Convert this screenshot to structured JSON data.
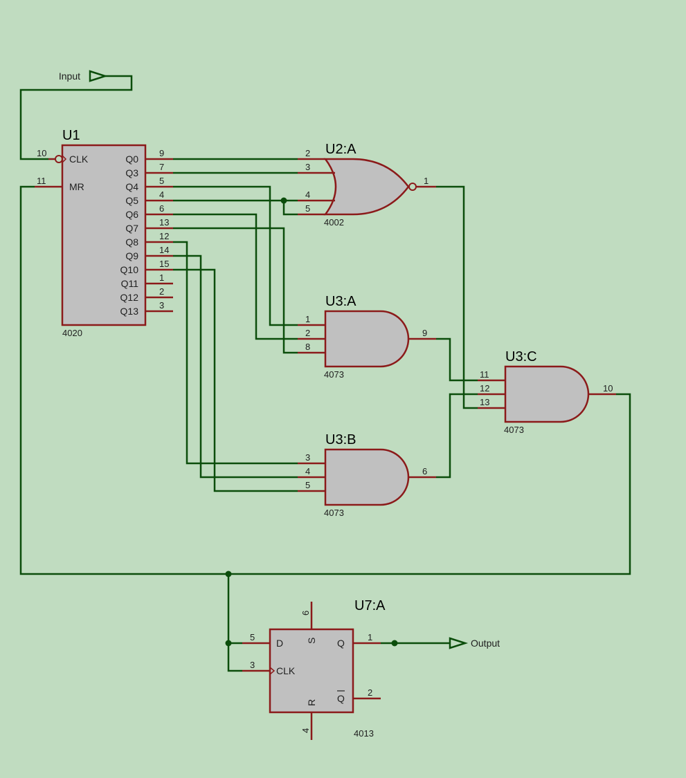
{
  "terminals": {
    "input": "Input",
    "output": "Output"
  },
  "u1": {
    "ref": "U1",
    "part": "4020",
    "left_pins": [
      {
        "num": "10",
        "name": "CLK"
      },
      {
        "num": "11",
        "name": "MR"
      }
    ],
    "right_pins": [
      {
        "name": "Q0",
        "num": "9"
      },
      {
        "name": "Q3",
        "num": "7"
      },
      {
        "name": "Q4",
        "num": "5"
      },
      {
        "name": "Q5",
        "num": "4"
      },
      {
        "name": "Q6",
        "num": "6"
      },
      {
        "name": "Q7",
        "num": "13"
      },
      {
        "name": "Q8",
        "num": "12"
      },
      {
        "name": "Q9",
        "num": "14"
      },
      {
        "name": "Q10",
        "num": "15"
      },
      {
        "name": "Q11",
        "num": "1"
      },
      {
        "name": "Q12",
        "num": "2"
      },
      {
        "name": "Q13",
        "num": "3"
      }
    ]
  },
  "u2a": {
    "ref": "U2:A",
    "part": "4002",
    "inputs": [
      "2",
      "3",
      "4",
      "5"
    ],
    "output": "1"
  },
  "u3a": {
    "ref": "U3:A",
    "part": "4073",
    "inputs": [
      "1",
      "2",
      "8"
    ],
    "output": "9"
  },
  "u3b": {
    "ref": "U3:B",
    "part": "4073",
    "inputs": [
      "3",
      "4",
      "5"
    ],
    "output": "6"
  },
  "u3c": {
    "ref": "U3:C",
    "part": "4073",
    "inputs": [
      "11",
      "12",
      "13"
    ],
    "output": "10"
  },
  "u7a": {
    "ref": "U7:A",
    "part": "4013",
    "pins": {
      "d_num": "5",
      "d_name": "D",
      "clk_num": "3",
      "clk_name": "CLK",
      "s_num": "6",
      "s_name": "S",
      "r_num": "4",
      "r_name": "R",
      "q_num": "1",
      "q_name": "Q",
      "qbar_num": "2",
      "qbar_name": "Q"
    }
  }
}
